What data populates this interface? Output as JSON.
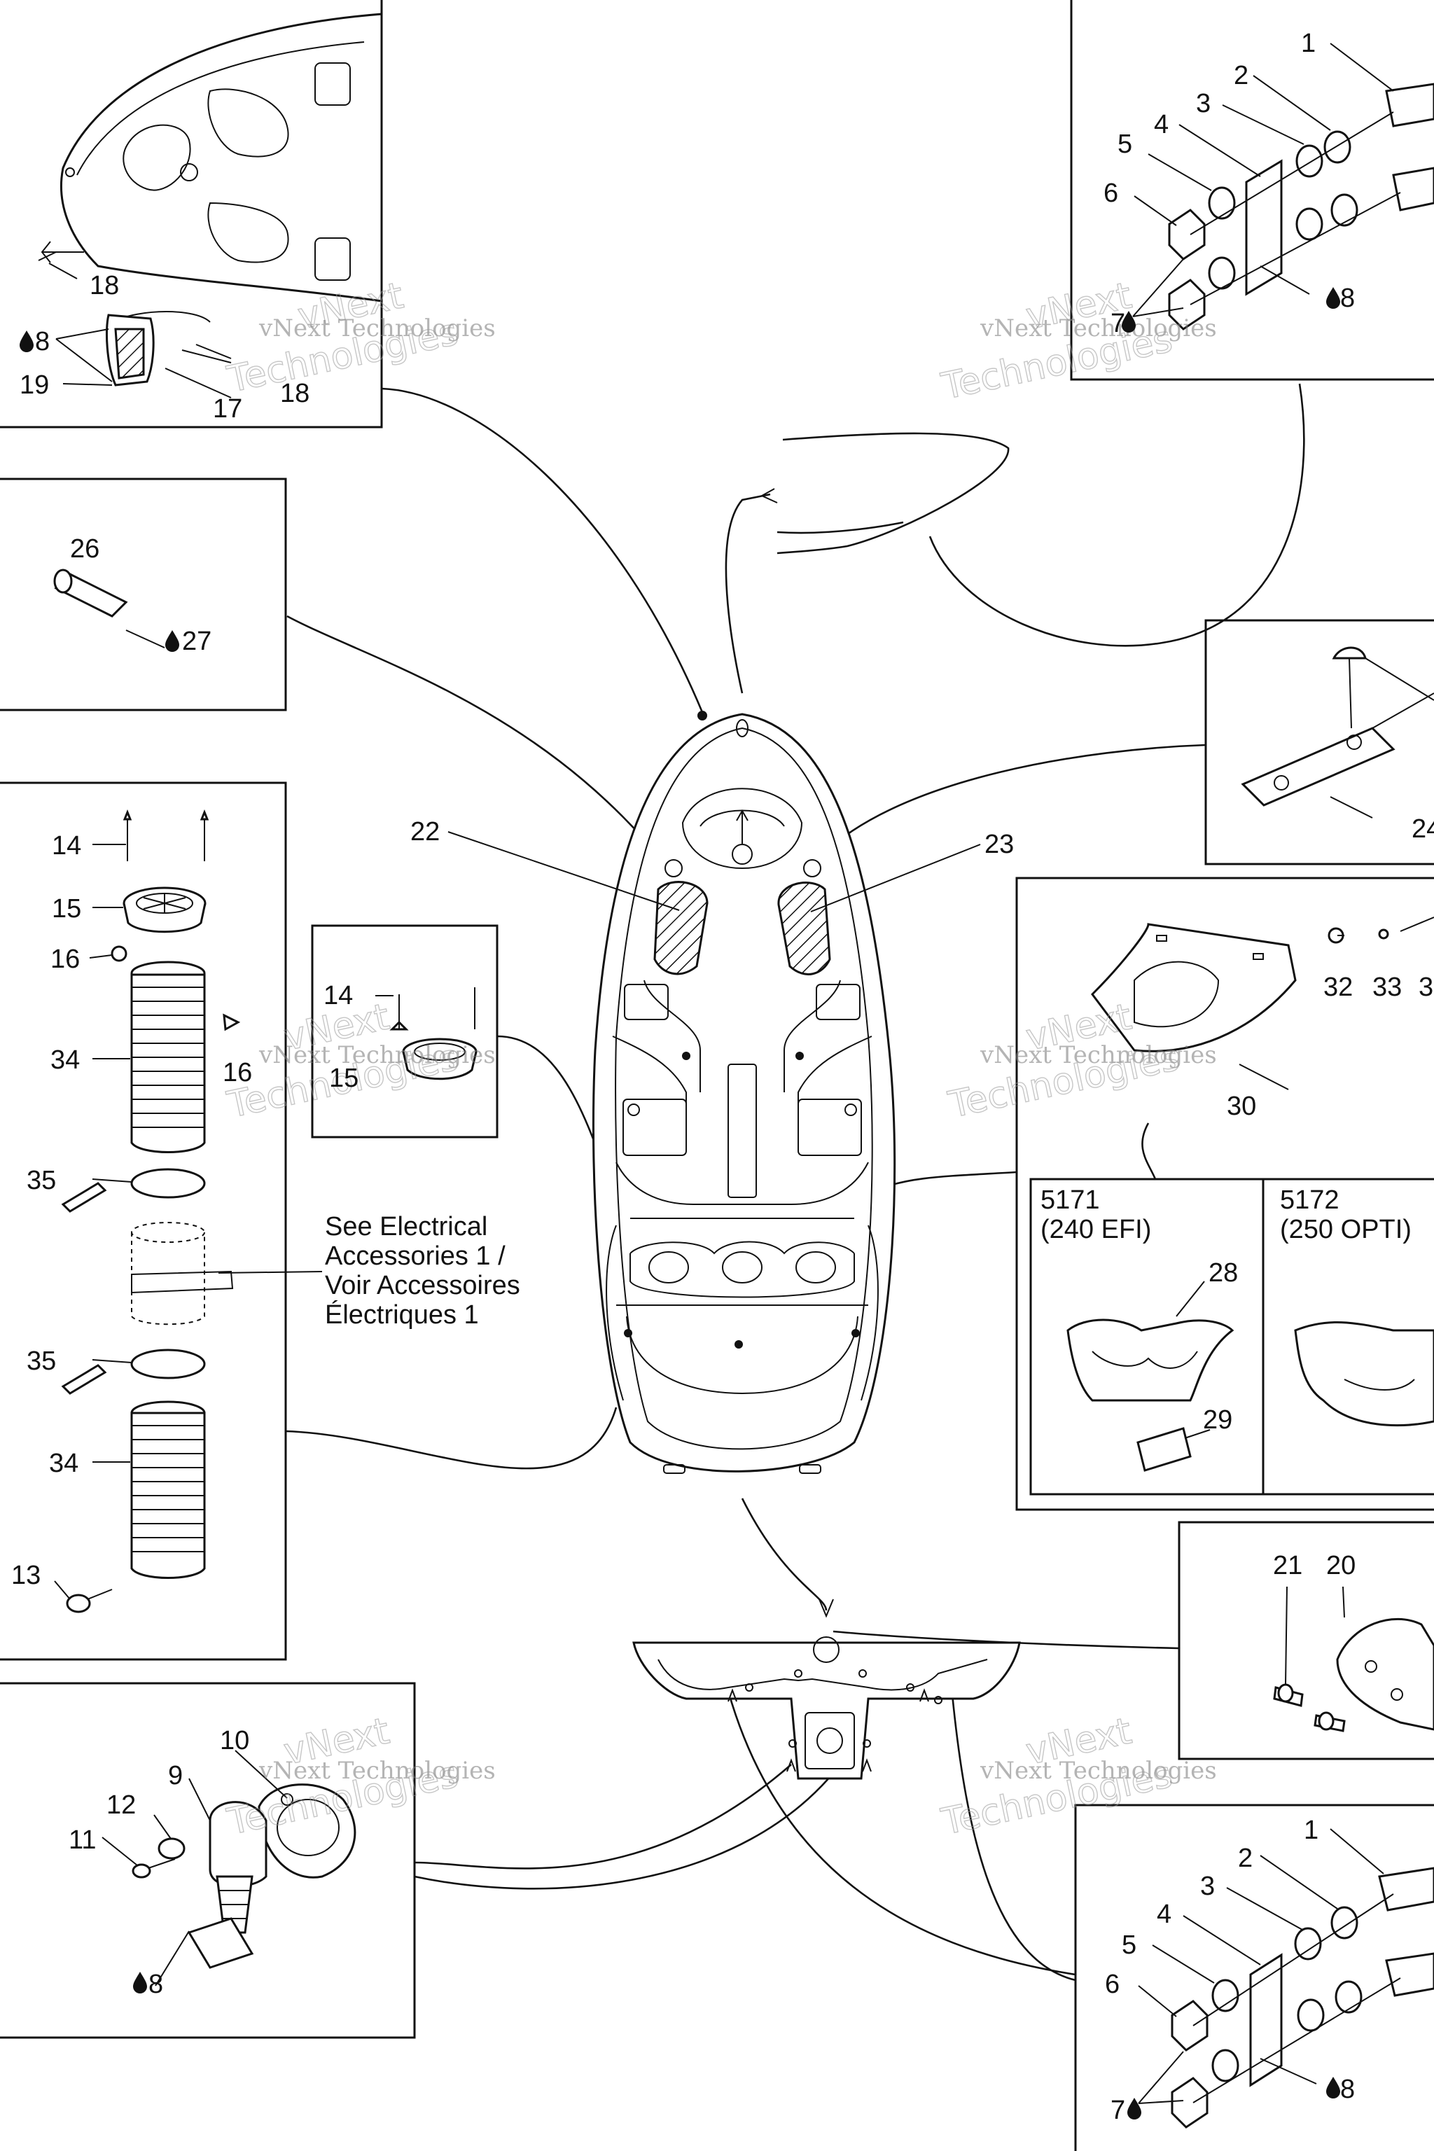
{
  "watermark": {
    "line1": "vNext",
    "line2": "vNext Technologies",
    "line3": "Technologies"
  },
  "note": {
    "line1": "See Electrical",
    "line2": "Accessories 1 /",
    "line3": "Voir Accessoires",
    "line4": "Électriques 1"
  },
  "variants": {
    "a_code": "5171",
    "a_desc": "(240 EFI)",
    "b_code": "5172",
    "b_desc": "(250 OPTI)"
  },
  "callouts": {
    "c1a": "1",
    "c2a": "2",
    "c3a": "3",
    "c4a": "4",
    "c5a": "5",
    "c6a": "6",
    "c7a": "7",
    "c8a": "8",
    "c18a": "18",
    "c8b": "8",
    "c19": "19",
    "c17": "17",
    "c18b": "18",
    "c26": "26",
    "c27": "27",
    "c14a": "14",
    "c15a": "15",
    "c16a": "16",
    "c34a": "34",
    "c16b": "16",
    "c35a": "35",
    "c35b": "35",
    "c34b": "34",
    "c13": "13",
    "c14b": "14",
    "c15b": "15",
    "c22": "22",
    "c23": "23",
    "c24": "24",
    "c32": "32",
    "c33": "33",
    "c3x": "3",
    "c30": "30",
    "c28": "28",
    "c29": "29",
    "c21": "21",
    "c20": "20",
    "c10": "10",
    "c9": "9",
    "c12": "12",
    "c11": "11",
    "c8c": "8",
    "c1b": "1",
    "c2b": "2",
    "c3b": "3",
    "c4b": "4",
    "c5b": "5",
    "c6b": "6",
    "c7b": "7",
    "c8d": "8"
  }
}
